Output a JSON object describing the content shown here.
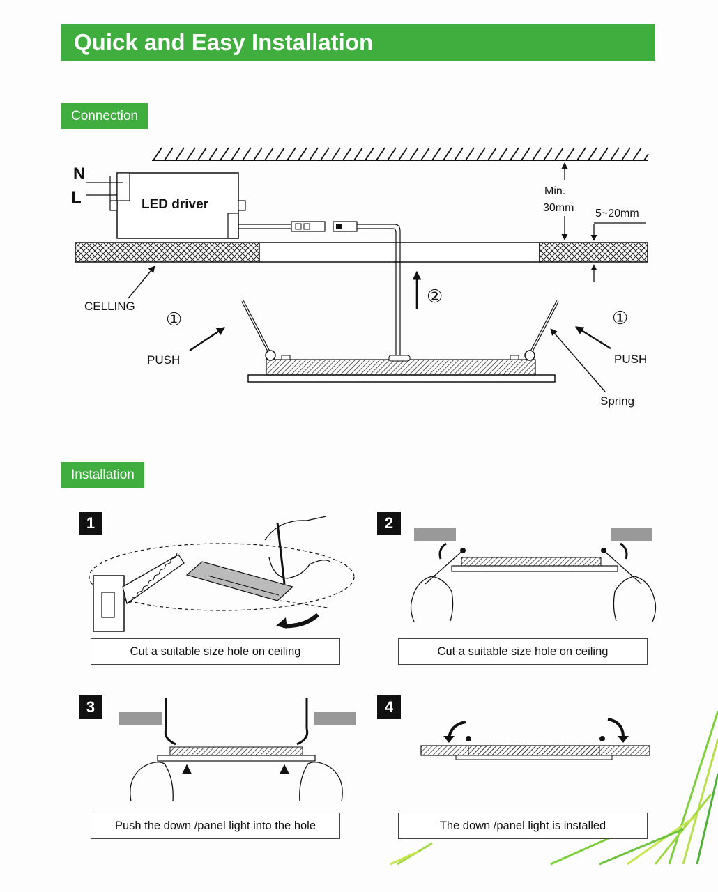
{
  "header": {
    "title": "Quick and Easy Installation"
  },
  "connection": {
    "section_label": "Connection",
    "wire_n": "N",
    "wire_l": "L",
    "driver_label": "LED driver",
    "min_label_line1": "Min.",
    "min_label_line2": "30mm",
    "thickness_label": "5~20mm",
    "ceiling_label": "CELLING",
    "push_left": "PUSH",
    "push_right": "PUSH",
    "spring_label": "Spring",
    "step1_left": "①",
    "step1_right": "①",
    "step2": "②"
  },
  "installation": {
    "section_label": "Installation",
    "steps": [
      {
        "number": "1",
        "caption": "Cut a suitable size hole on ceiling"
      },
      {
        "number": "2",
        "caption": "Cut a suitable size hole on ceiling"
      },
      {
        "number": "3",
        "caption": "Push the down /panel light  into the hole"
      },
      {
        "number": "4",
        "caption": "The down /panel light is installed"
      }
    ]
  },
  "colors": {
    "accent": "#3fae3f",
    "ink": "#111111",
    "gray_block": "#999999"
  }
}
